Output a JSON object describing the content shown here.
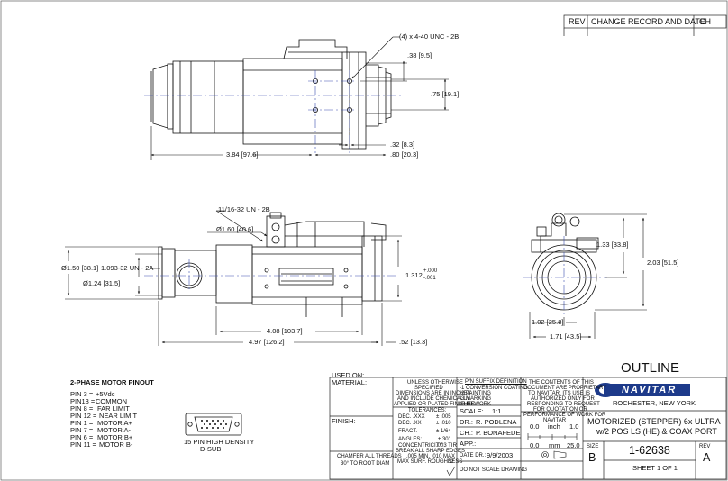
{
  "revision_block": {
    "rev": "REV",
    "change_record": "CHANGE RECORD AND DATE",
    "ch": "CH"
  },
  "top_view": {
    "hole_callout": "(4) x 4-40 UNC - 2B",
    "dim_38": ".38 [9.5]",
    "dim_75": ".75 [19.1]",
    "dim_32": ".32 [8.3]",
    "dim_80": ".80 [20.3]",
    "dim_384": "3.84 [97.6]"
  },
  "side_view": {
    "thread_callout": "11/16-32 UN - 2B",
    "dia_160": "Ø1.60 [40.6]",
    "dia_150": "Ø1.50 [38.1]",
    "thread_1093": "1.093-32 UN - 2A",
    "dia_124": "Ø1.24 [31.5]",
    "dim_1312": "1.312",
    "tol_plus": "+.000",
    "tol_minus": "-.001",
    "dim_408": "4.08 [103.7]",
    "dim_497": "4.97 [126.2]",
    "dim_52": ".52 [13.3]"
  },
  "end_view": {
    "dim_133": "1.33 [33.8]",
    "dim_203": "2.03 [51.5]",
    "dim_102": "1.02 [25.8]",
    "dim_171": "1.71 [43.5]"
  },
  "pinout": {
    "title": "2-PHASE MOTOR PINOUT",
    "pins": [
      {
        "pin": "PIN 3 =",
        "signal": "+5Vdc"
      },
      {
        "pin": "PIN13 =",
        "signal": "COMMON"
      },
      {
        "pin": "PIN 8 =",
        "signal": "FAR LIMIT"
      },
      {
        "pin": "PIN 12 =",
        "signal": "NEAR LIMIT"
      },
      {
        "pin": "PIN 1 =",
        "signal": "MOTOR A+"
      },
      {
        "pin": "PIN 7 =",
        "signal": "MOTOR A-"
      },
      {
        "pin": "PIN 6 =",
        "signal": "MOTOR B+"
      },
      {
        "pin": "PIN 11 =",
        "signal": "MOTOR B-"
      }
    ],
    "connector_line1": "15 PIN HIGH DENSITY",
    "connector_line2": "D-SUB"
  },
  "title_block": {
    "used_on": "USED ON:",
    "material": "MATERIAL:",
    "finish": "FINISH:",
    "chamfer_line1": "CHAMFER ALL THREADS",
    "chamfer_line2": "30° TO ROOT DIAM",
    "unless_lines": [
      "UNLESS OTHERWISE",
      "SPECIFIED",
      "DIMENSIONS ARE IN INCHES",
      "AND INCLUDE CHEMICALLY",
      "APPLIED OR PLATED FINISHES"
    ],
    "tolerances": "TOLERANCES:",
    "dec_xxx": "DEC. .XXX",
    "dec_xxx_val": "± .005",
    "dec_xx": "DEC. .XX",
    "dec_xx_val": "± .010",
    "fract": "FRACT.",
    "fract_val": "± 1/64",
    "angles": "ANGLES:",
    "angles_val": "± 30'",
    "concentricity": "CONCENTRICITY",
    "concentricity_val": ".003 TIR",
    "break_edges": "BREAK ALL SHARP EDGES",
    "break_edges_val": ".005 MIN, .010 MAX",
    "max_surf": "MAX SURF. ROUGHNESS",
    "max_surf_val": "32",
    "suffix_title": "P/N SUFFIX DEFINITION",
    "suffix_lines": [
      "-1 CONVERSION COATING",
      "-2 PAINTING",
      "-3 MARKING",
      "-R REWORK"
    ],
    "scale_label": "SCALE:",
    "scale_val": "1:1",
    "dr_label": "DR.:",
    "dr_val": "R. PODLENA",
    "ch_label": "CH.:",
    "ch_val": "P. BONAFEDE",
    "app_label": "APP.:",
    "date_label": "DATE DR.:",
    "date_val": "9/9/2003",
    "do_not_scale": "DO NOT SCALE DRAWING",
    "proprietary_lines": [
      "THE CONTENTS OF THIS",
      "DOCUMENT ARE PROPRIETARY",
      "TO NAVITAR. ITS USE IS",
      "AUTHORIZED ONLY FOR",
      "RESPONDING TO REQUEST",
      "FOR QUOTATION OR",
      "PERFORMANCE OF WORK FOR",
      "NAVITAR"
    ],
    "scale_bar_top": [
      "0.0",
      "inch",
      "1.0"
    ],
    "scale_bar_bottom": [
      "0.0",
      "mm",
      "25.0"
    ],
    "outline": "OUTLINE",
    "logo_text": "NAVITAR",
    "location": "ROCHESTER, NEW YORK",
    "description_line1": "MOTORIZED (STEPPER) 6x ULTRA",
    "description_line2": "w/2 POS LS (HE) & COAX PORT",
    "size_label": "SIZE",
    "size_val": "B",
    "drawing_number": "1-62638",
    "rev_label": "REV",
    "rev_val": "A",
    "sheet": "SHEET 1 OF 1"
  }
}
